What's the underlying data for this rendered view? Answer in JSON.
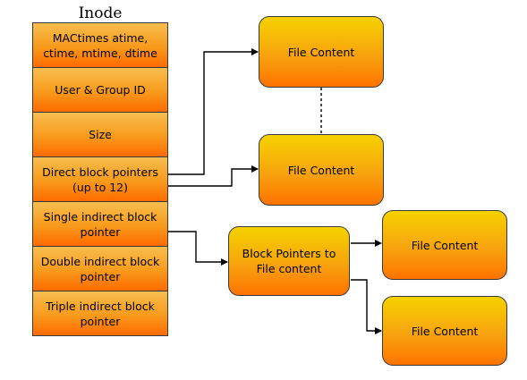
{
  "inode": {
    "title": "Inode",
    "fields": [
      {
        "label": "MACtimes atime,\nctime, mtime, dtime"
      },
      {
        "label": "User & Group ID"
      },
      {
        "label": "Size"
      },
      {
        "label": "Direct block pointers\n(up to 12)"
      },
      {
        "label": "Single indirect block\npointer"
      },
      {
        "label": "Double indirect block\npointer"
      },
      {
        "label": "Triple indirect block\npointer"
      }
    ]
  },
  "nodes": {
    "file_content_top": "File Content",
    "file_content_middle": "File Content",
    "block_pointers": "Block Pointers to\nFile content",
    "file_content_right_top": "File Content",
    "file_content_right_bottom": "File Content"
  }
}
